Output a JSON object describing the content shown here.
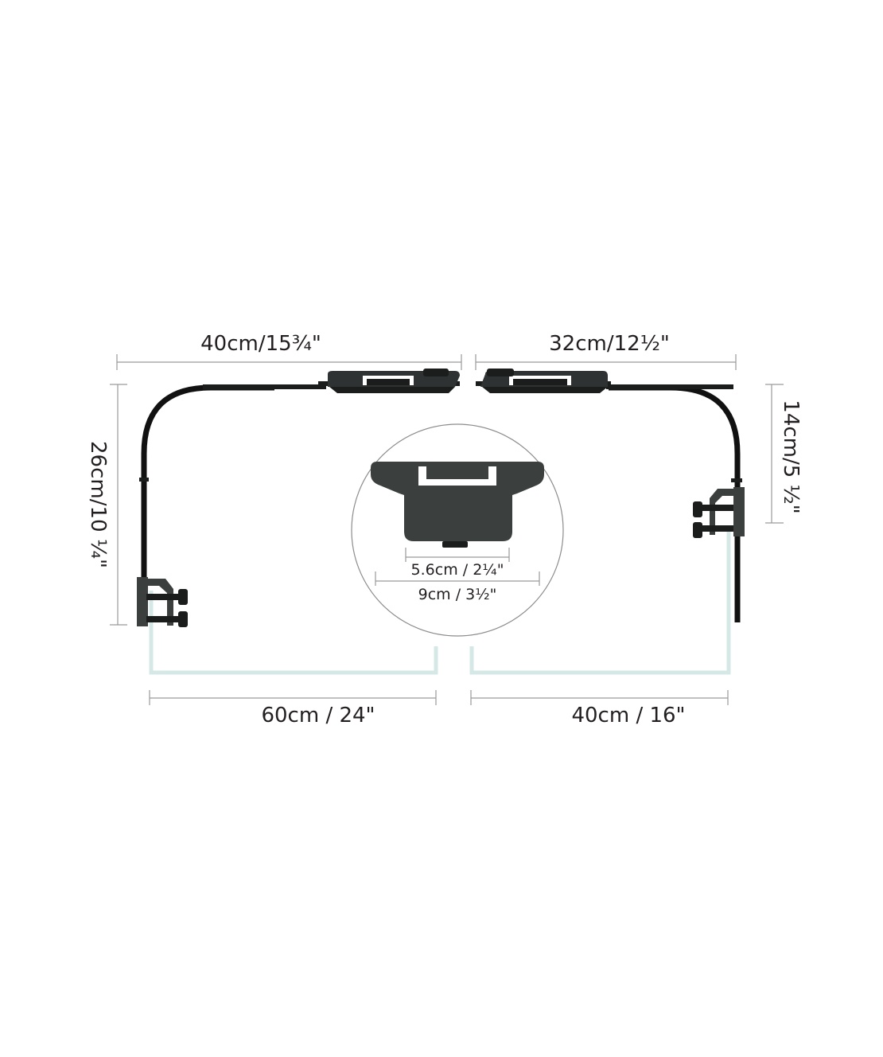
{
  "dimensions": {
    "top_left_width": "40cm/15¾\"",
    "top_right_width": "32cm/12½\"",
    "left_height": "26cm/10 ¼\"",
    "right_height": "14cm/5 ½\"",
    "bottom_left_tank": "60cm / 24\"",
    "bottom_right_tank": "40cm / 16\"",
    "detail_inner_width": "5.6cm / 2¼\"",
    "detail_outer_width": "9cm / 3½\""
  },
  "colors": {
    "arm": "#111111",
    "tank_outline": "#d5e8e6",
    "dimension_line": "#9a9a9a",
    "bracket": "#3b403f",
    "text": "#231f20"
  }
}
